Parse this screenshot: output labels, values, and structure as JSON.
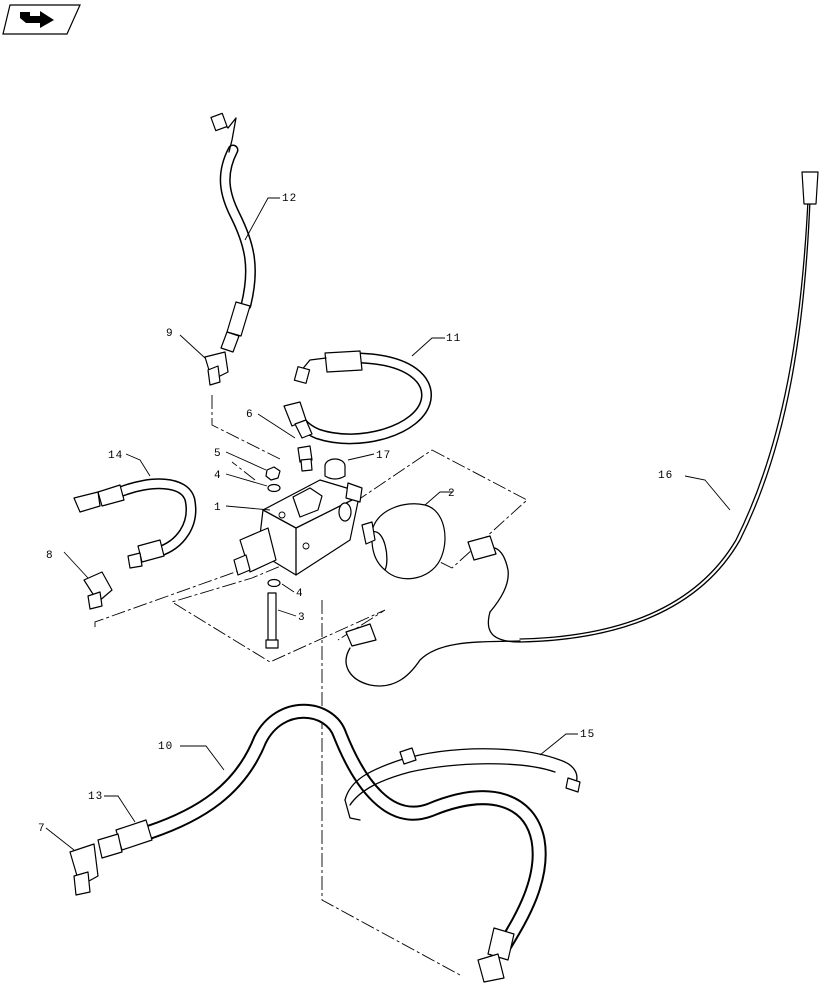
{
  "nav": {
    "icon": "return-arrow-icon"
  },
  "callouts": {
    "c1": "1",
    "c2": "2",
    "c3": "3",
    "c4a": "4",
    "c4b": "4",
    "c5": "5",
    "c6": "6",
    "c7": "7",
    "c8": "8",
    "c9": "9",
    "c10": "10",
    "c11": "11",
    "c12": "12",
    "c13": "13",
    "c14": "14",
    "c15": "15",
    "c16": "16",
    "c17": "17"
  }
}
